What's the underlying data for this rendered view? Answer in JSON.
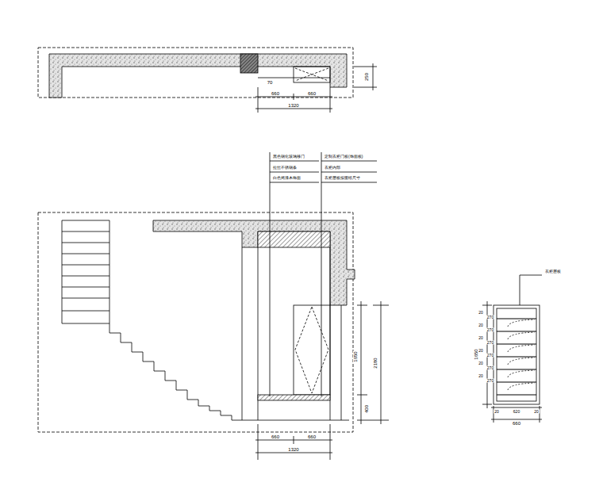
{
  "diagram": {
    "labels": [
      "70",
      "660",
      "660",
      "1320",
      "250",
      "黑色钢化玻璃移门",
      "拉丝不锈钢条",
      "白色烤漆木饰面",
      "定制衣柜门板(饰面板)",
      "衣柜内部",
      "衣柜层板按图纸尺寸",
      "1650",
      "2180",
      "400",
      "660",
      "660",
      "1320",
      "衣柜层板",
      "1650",
      "20",
      "270",
      "20",
      "270",
      "20",
      "270",
      "20",
      "270",
      "20",
      "270",
      "20",
      "270",
      "20",
      "620",
      "20",
      "660"
    ]
  }
}
